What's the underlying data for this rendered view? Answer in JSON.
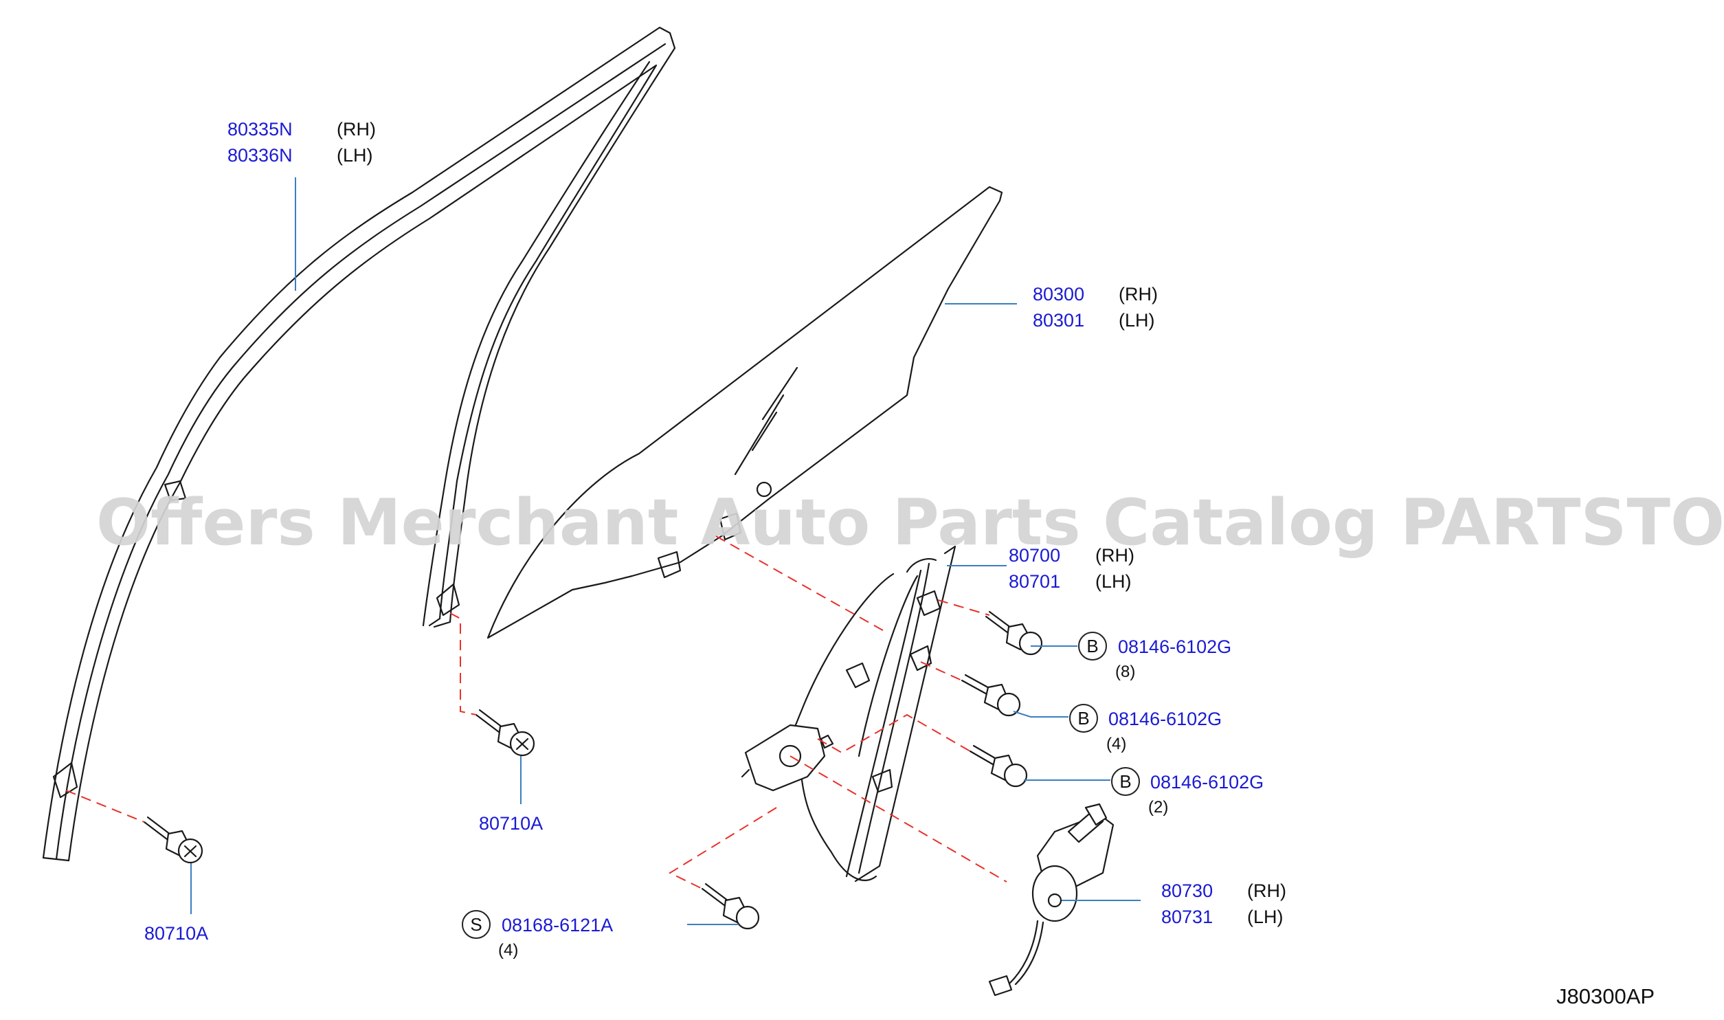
{
  "diagram_code": "J80300AP",
  "watermark": "Offers Merchant Auto Parts Catalog PARTSTORE.SA",
  "labels": {
    "sash_rh": {
      "part": "80335N",
      "side": "(RH)"
    },
    "sash_lh": {
      "part": "80336N",
      "side": "(LH)"
    },
    "glass_rh": {
      "part": "80300",
      "side": "(RH)"
    },
    "glass_lh": {
      "part": "80301",
      "side": "(LH)"
    },
    "regulator_rh": {
      "part": "80700",
      "side": "(RH)"
    },
    "regulator_lh": {
      "part": "80701",
      "side": "(LH)"
    },
    "bolt_1": {
      "badge": "B",
      "part": "08146-6102G",
      "qty": "(8)"
    },
    "bolt_2": {
      "badge": "B",
      "part": "08146-6102G",
      "qty": "(4)"
    },
    "bolt_3": {
      "badge": "B",
      "part": "08146-6102G",
      "qty": "(2)"
    },
    "screw_s": {
      "badge": "S",
      "part": "08168-6121A",
      "qty": "(4)"
    },
    "bolt_sash_mid": {
      "part": "80710A"
    },
    "bolt_sash_left": {
      "part": "80710A"
    },
    "motor_rh": {
      "part": "80730",
      "side": "(RH)"
    },
    "motor_lh": {
      "part": "80731",
      "side": "(LH)"
    }
  },
  "colors": {
    "part_number": "#1a1ad4",
    "leader": "#3a7fc0",
    "fastener_path": "#e8312a",
    "watermark": "#d4d4d4"
  }
}
